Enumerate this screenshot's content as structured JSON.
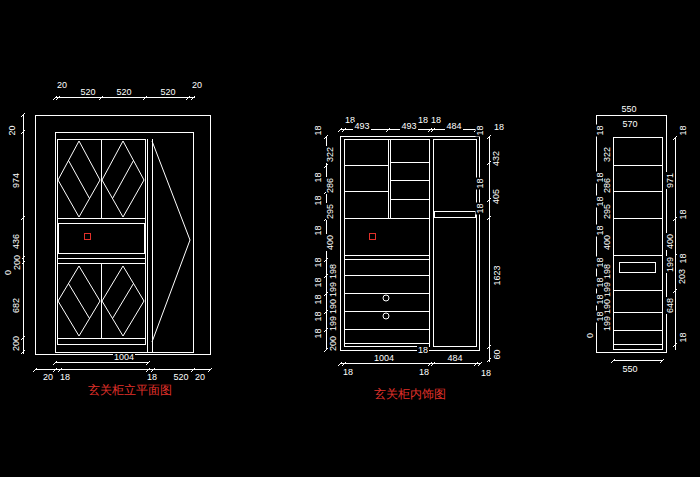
{
  "diagram": {
    "labels": [
      "20",
      "520",
      "520",
      "520",
      "20",
      "20",
      "974",
      "436",
      "0",
      "200",
      "682",
      "200",
      "1004",
      "20",
      "18",
      "18",
      "520",
      "20",
      "玄关柜立平面图",
      "18",
      "493",
      "493",
      "18",
      "18",
      "484",
      "18",
      "18",
      "322",
      "18",
      "286",
      "18",
      "295",
      "18",
      "400",
      "18",
      "198",
      "18",
      "199",
      "18",
      "190",
      "18",
      "199",
      "18",
      "200",
      "18",
      "432",
      "18",
      "405",
      "18",
      "1623",
      "60",
      "1004",
      "18",
      "484",
      "18",
      "18",
      "18",
      "玄关柜内饰图",
      "550",
      "570",
      "18",
      "322",
      "18",
      "286",
      "18",
      "295",
      "18",
      "400",
      "18",
      "198",
      "18",
      "199",
      "18",
      "190",
      "18",
      "199",
      "0",
      "18",
      "971",
      "18",
      "400",
      "18",
      "199",
      "203",
      "648",
      "18",
      "550"
    ]
  }
}
